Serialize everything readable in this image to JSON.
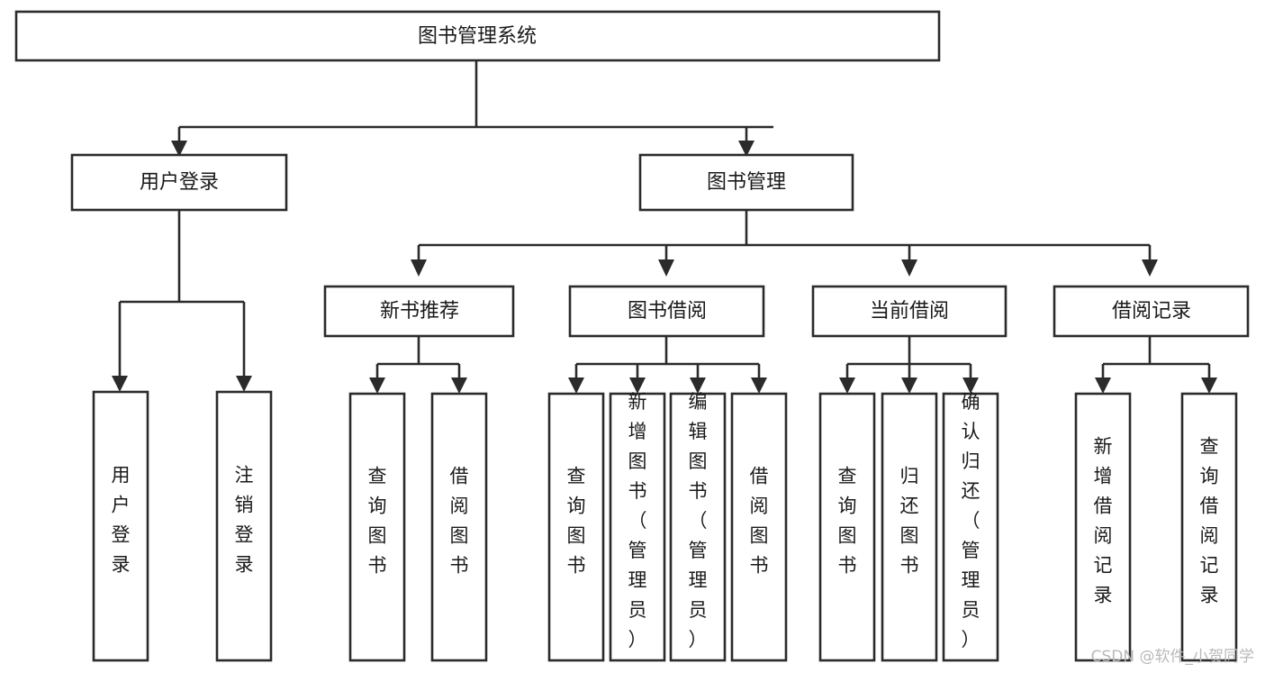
{
  "diagram": {
    "title": "图书管理系统",
    "type": "tree-hierarchy-chart",
    "colors": {
      "box_stroke": "#2b2b2b",
      "box_fill": "#ffffff",
      "connector": "#2b2b2b",
      "text": "#1a1a1a",
      "background": "#ffffff",
      "watermark": "#b9b9b9"
    },
    "root": {
      "id": "root",
      "label": "图书管理系统"
    },
    "level2": [
      {
        "id": "user-login",
        "label": "用户登录"
      },
      {
        "id": "book-management",
        "label": "图书管理"
      }
    ],
    "level3": [
      {
        "id": "new-book-recommend",
        "label": "新书推荐",
        "parent": "book-management"
      },
      {
        "id": "book-borrow",
        "label": "图书借阅",
        "parent": "book-management"
      },
      {
        "id": "current-borrow",
        "label": "当前借阅",
        "parent": "book-management"
      },
      {
        "id": "borrow-record",
        "label": "借阅记录",
        "parent": "book-management"
      }
    ],
    "leaves": {
      "user-login": [
        {
          "id": "leaf-user-login",
          "label": "用户登录"
        },
        {
          "id": "leaf-user-logout",
          "label": "注销登录"
        }
      ],
      "new-book-recommend": [
        {
          "id": "leaf-query-book-1",
          "label": "查询图书"
        },
        {
          "id": "leaf-borrow-book-1",
          "label": "借阅图书"
        }
      ],
      "book-borrow": [
        {
          "id": "leaf-query-book-2",
          "label": "查询图书"
        },
        {
          "id": "leaf-add-book",
          "label": "新增图书（管理员）"
        },
        {
          "id": "leaf-edit-book",
          "label": "编辑图书（管理员）"
        },
        {
          "id": "leaf-borrow-book-2",
          "label": "借阅图书"
        }
      ],
      "current-borrow": [
        {
          "id": "leaf-query-book-3",
          "label": "查询图书"
        },
        {
          "id": "leaf-return-book",
          "label": "归还图书"
        },
        {
          "id": "leaf-confirm-return",
          "label": "确认归还（管理员）"
        }
      ],
      "borrow-record": [
        {
          "id": "leaf-add-record",
          "label": "新增借阅记录"
        },
        {
          "id": "leaf-query-record",
          "label": "查询借阅记录"
        }
      ]
    }
  },
  "watermark": {
    "text": "CSDN @软件_小贺同学"
  }
}
